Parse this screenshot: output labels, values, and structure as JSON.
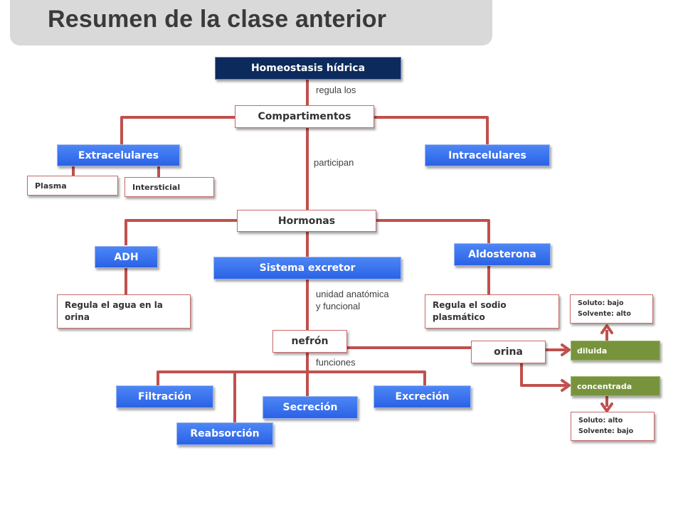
{
  "title": "Resumen de la clase anterior",
  "nodes": {
    "homeostasis": "Homeostasis hídrica",
    "compartimentos": "Compartimentos",
    "extracelulares": "Extracelulares",
    "intracelulares": "Intracelulares",
    "plasma": "Plasma",
    "intersticial": "Intersticial",
    "hormonas": "Hormonas",
    "adh": "ADH",
    "sistema_excretor": "Sistema excretor",
    "aldosterona": "Aldosterona",
    "adh_desc": "Regula el agua en la orina",
    "aldosterona_desc": "Regula el sodio plasmático",
    "nefron": "nefrón",
    "orina": "orina",
    "filtracion": "Filtración",
    "secrecion": "Secreción",
    "excrecion": "Excreción",
    "reabsorcion": "Reabsorción",
    "diluida": "diluida",
    "concentrada": "concentrada",
    "diluida_soluto": "Soluto: bajo",
    "diluida_solvente": "Solvente: alto",
    "concentrada_soluto": "Soluto: alto",
    "concentrada_solvente": "Solvente: bajo"
  },
  "links": {
    "regula_los": "regula los",
    "participan": "participan",
    "unidad_line1": "unidad anatómica",
    "unidad_line2": "y funcional",
    "funciones": "funciones"
  },
  "colors": {
    "connector": "#c0504d",
    "blue_box": "#3a72ee",
    "navy_box": "#0c2a5c",
    "green_box": "#77933c",
    "title_bar": "#d9d9d9"
  }
}
